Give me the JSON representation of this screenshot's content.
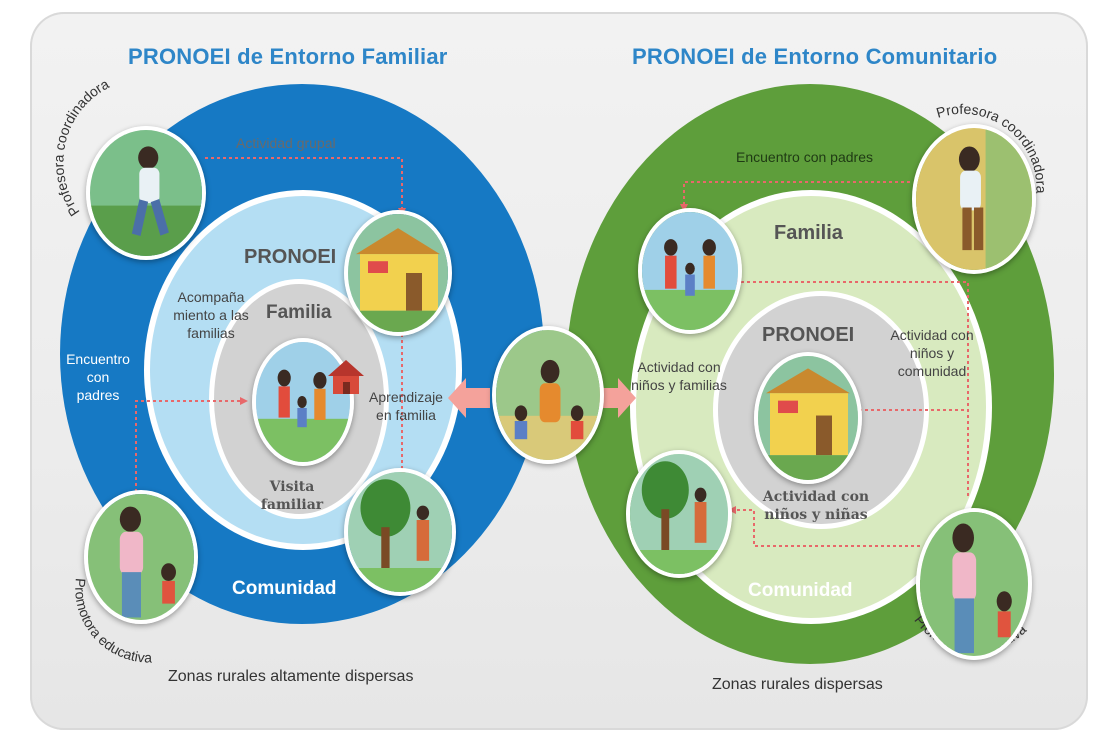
{
  "left": {
    "title": "PRONOEI de Entorno Familiar",
    "caption": "Zonas rurales altamente dispersas",
    "ring_outer": "Comunidad",
    "ring_middle": "PRONOEI",
    "ring_inner": "Familia",
    "actividad_grupal": "Actividad grupal",
    "acompanamiento": "Acompaña miento a las familias",
    "encuentro_padres": "Encuentro con padres",
    "aprendizaje": "Aprendizaje en familia",
    "visita": "Visita familiar",
    "coordinadora": "Profesora coordinadora",
    "promotora": "Promotora educativa",
    "colors": {
      "outer": "#1679c4",
      "middle": "#b4def3",
      "inner": "#d2d2d2"
    }
  },
  "right": {
    "title": "PRONOEI de Entorno Comunitario",
    "caption": "Zonas rurales dispersas",
    "ring_outer": "Comunidad",
    "ring_middle": "Familia",
    "ring_inner": "PRONOEI",
    "encuentro_padres": "Encuentro con padres",
    "actividad_familias": "Actividad con niños y familias",
    "actividad_comunidad": "Actividad con niños y comunidad",
    "actividad_ninos": "Actividad con niños y niñas",
    "coordinadora": "Profesora coordinadora",
    "promotora": "Promotora educativa",
    "colors": {
      "outer": "#5e9e3b",
      "middle": "#d8eabf",
      "inner": "#d2d2d2"
    }
  },
  "icons": [
    "photo-teacher-walking",
    "photo-school-building",
    "photo-family",
    "photo-community-tree",
    "photo-promoter-woman",
    "photo-promoter-with-children",
    "double-arrow-icon"
  ]
}
